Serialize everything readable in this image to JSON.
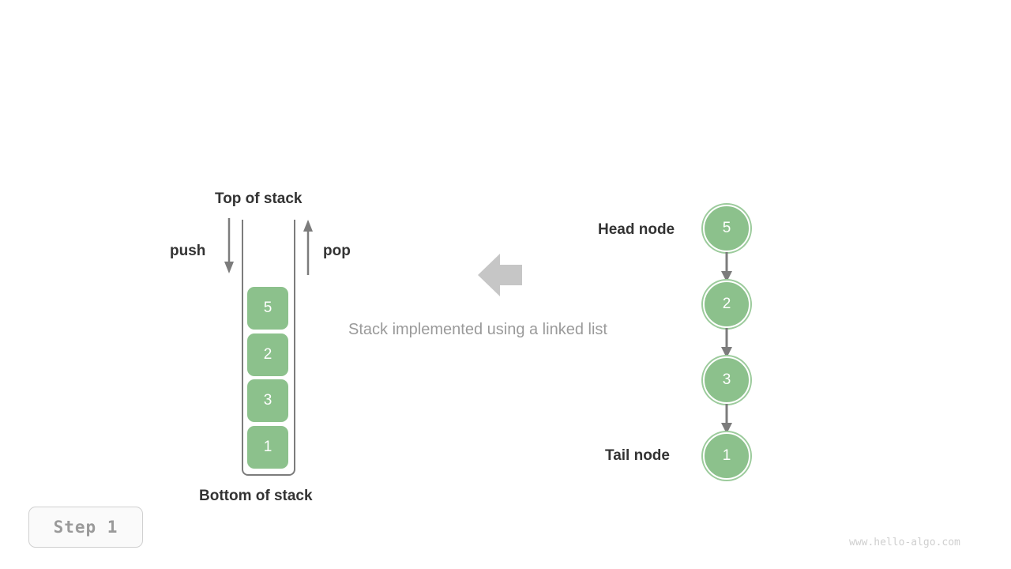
{
  "figure": {
    "caption": "Stack implemented using a linked list",
    "step_badge": "Step 1",
    "watermark": "www.hello-algo.com"
  },
  "stack": {
    "top_label": "Top of stack",
    "bottom_label": "Bottom of stack",
    "push_label": "push",
    "pop_label": "pop",
    "cells": [
      {
        "value": "5"
      },
      {
        "value": "2"
      },
      {
        "value": "3"
      },
      {
        "value": "1"
      }
    ]
  },
  "linked_list": {
    "head_label": "Head node",
    "tail_label": "Tail node",
    "nodes": [
      {
        "value": "5"
      },
      {
        "value": "2"
      },
      {
        "value": "3"
      },
      {
        "value": "1"
      }
    ]
  },
  "icons": {
    "push_arrow": "arrow-down-icon",
    "pop_arrow": "arrow-up-icon",
    "transform_arrow": "arrow-left-block-icon",
    "link_arrow": "arrow-down-icon"
  },
  "colors": {
    "node_fill": "#8CC18C",
    "node_ring": "#9ccb9c",
    "arrow_gray": "#7c7c7c",
    "block_arrow_gray": "#c6c6c6",
    "text_dark": "#333333",
    "text_muted": "#9a9a9a"
  }
}
